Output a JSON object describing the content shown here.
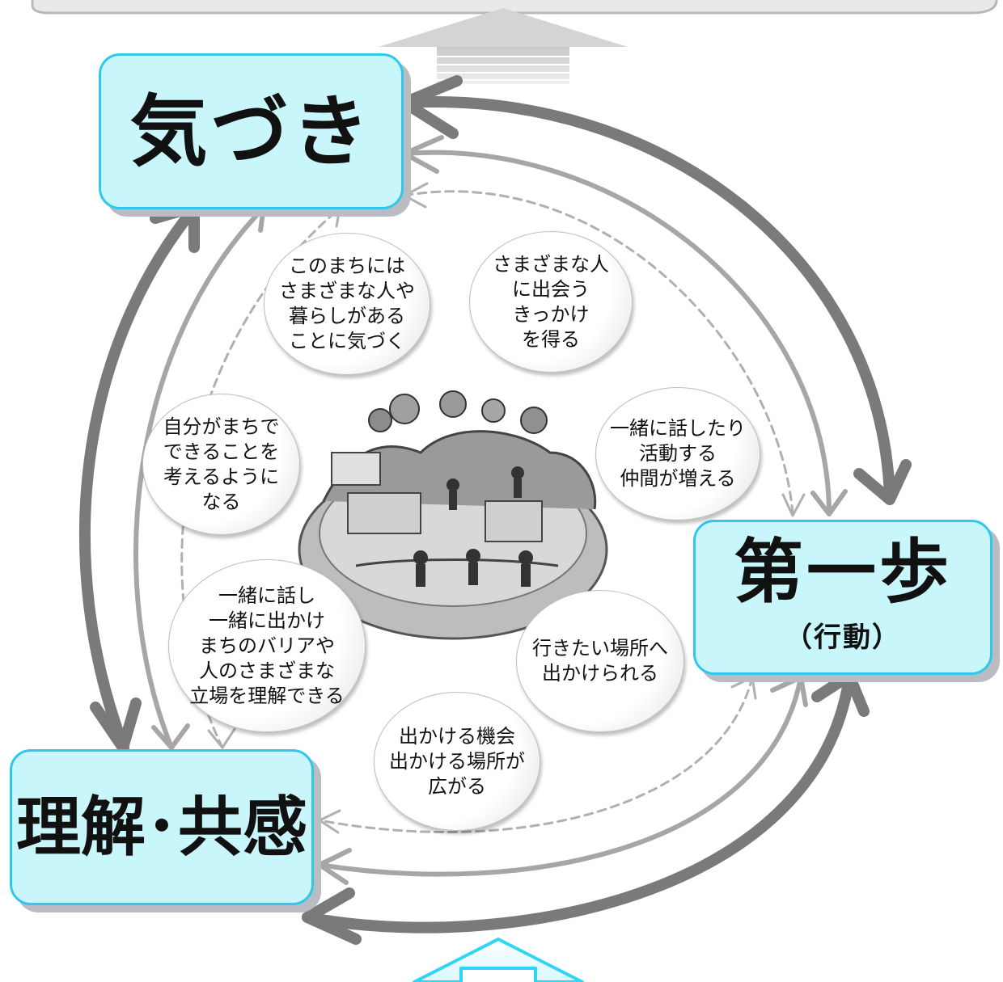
{
  "nodes": {
    "kizuki": "気づき",
    "daiippo": "第一歩",
    "daiippo_sub": "（行動）",
    "rikai": "理解･共感"
  },
  "bubbles": [
    "このまちには\nさまざまな人や\n暮らしがある\nことに気づく",
    "さまざまな人\nに出会う\nきっかけ\nを得る",
    "一緒に話したり\n活動する\n仲間が増える",
    "自分がまちで\nできることを\n考えるように\nなる",
    "一緒に話し\n一緒に出かけ\nまちのバリアや\n人のさまざまな\n立場を理解できる",
    "行きたい場所へ\n出かけられる",
    "出かける機会\n出かける場所が\n広がる"
  ],
  "colors": {
    "node_fill": "#c8f6fa",
    "node_border": "#2ec8ec",
    "arrow_thick": "#7a7a7a",
    "arrow_medium": "#a8a8a8",
    "arrow_dashed": "#b0b0b0",
    "top_arrow": "#d6d6d6",
    "bottom_arrow": "#6fe7ff"
  }
}
